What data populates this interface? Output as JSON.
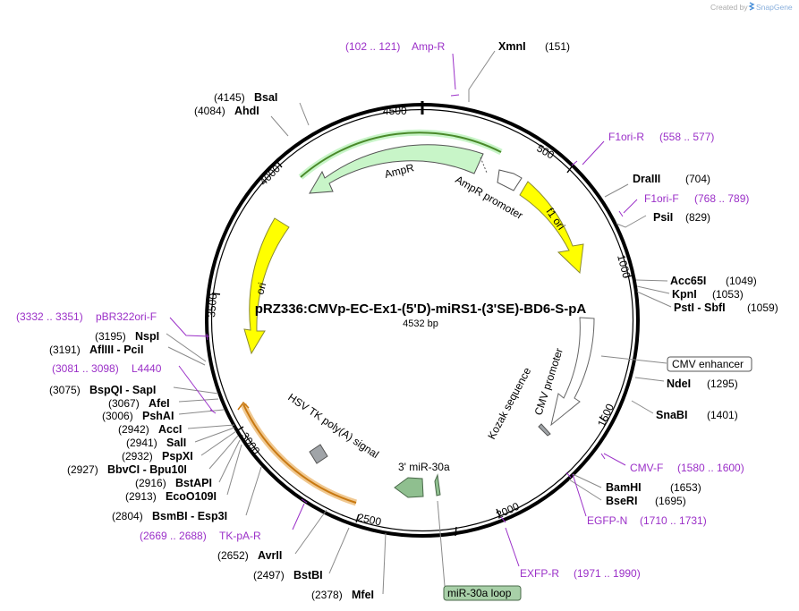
{
  "credit": {
    "prefix": "Created by",
    "brand": "SnapGene"
  },
  "plasmid": {
    "name": "pRZ336:CMVp-EC-Ex1-(5'D)-miRS1-(3'SE)-BD6-S-pA",
    "size_label": "4532 bp",
    "length": 4532
  },
  "ticks": [
    "4500",
    "500",
    "1000",
    "1500",
    "2000",
    "2500",
    "3000",
    "3500",
    "4000"
  ],
  "sites": [
    {
      "name": "XmnI",
      "pos": "(151)"
    },
    {
      "name": "DraIII",
      "pos": "(704)"
    },
    {
      "name": "PsiI",
      "pos": "(829)"
    },
    {
      "name": "Acc65I",
      "pos": "(1049)"
    },
    {
      "name": "KpnI",
      "pos": "(1053)"
    },
    {
      "name": "PstI - SbfI",
      "pos": "(1059)"
    },
    {
      "name": "NdeI",
      "pos": "(1295)"
    },
    {
      "name": "SnaBI",
      "pos": "(1401)"
    },
    {
      "name": "BamHI",
      "pos": "(1653)"
    },
    {
      "name": "BseRI",
      "pos": "(1695)"
    },
    {
      "name": "BsaI",
      "pos": "(4145)"
    },
    {
      "name": "AhdI",
      "pos": "(4084)"
    },
    {
      "name": "NspI",
      "pos": "(3195)"
    },
    {
      "name": "AflIII - PciI",
      "pos": "(3191)"
    },
    {
      "name": "BspQI - SapI",
      "pos": "(3075)"
    },
    {
      "name": "AfeI",
      "pos": "(3067)"
    },
    {
      "name": "PshAI",
      "pos": "(3006)"
    },
    {
      "name": "AccI",
      "pos": "(2942)"
    },
    {
      "name": "SalI",
      "pos": "(2941)"
    },
    {
      "name": "PspXI",
      "pos": "(2932)"
    },
    {
      "name": "BbvCI - Bpu10I",
      "pos": "(2927)"
    },
    {
      "name": "BstAPI",
      "pos": "(2916)"
    },
    {
      "name": "EcoO109I",
      "pos": "(2913)"
    },
    {
      "name": "BsmBI - Esp3I",
      "pos": "(2804)"
    },
    {
      "name": "AvrII",
      "pos": "(2652)"
    },
    {
      "name": "BstBI",
      "pos": "(2497)"
    },
    {
      "name": "MfeI",
      "pos": "(2378)"
    }
  ],
  "primers": [
    {
      "name": "Amp-R",
      "range": "(102 .. 121)"
    },
    {
      "name": "F1ori-R",
      "range": "(558 .. 577)"
    },
    {
      "name": "F1ori-F",
      "range": "(768 .. 789)"
    },
    {
      "name": "CMV-F",
      "range": "(1580 .. 1600)"
    },
    {
      "name": "EGFP-N",
      "range": "(1710 .. 1731)"
    },
    {
      "name": "EXFP-R",
      "range": "(1971 .. 1990)"
    },
    {
      "name": "TK-pA-R",
      "range": "(2669 .. 2688)"
    },
    {
      "name": "L4440",
      "range": "(3081 .. 3098)"
    },
    {
      "name": "pBR322ori-F",
      "range": "(3332 .. 3351)"
    }
  ],
  "features": {
    "ampr": "AmpR",
    "ampr_promoter": "AmpR promoter",
    "f1_ori": "f1 ori",
    "ori": "ori",
    "cmv_enhancer": "CMV enhancer",
    "cmv_promoter": "CMV promoter",
    "kozak": "Kozak sequence",
    "mir30a": "3' miR-30a",
    "mir30a_loop": "miR-30a loop",
    "hsv_tk": "HSV TK poly(A) signal"
  },
  "colors": {
    "primer": "#9b30c8",
    "ampr_fill": "#c8f5c8",
    "yellow_feature": "#ffff00",
    "mir30a_fill": "#8fbf8f",
    "hsv_fill": "#a0a4a8",
    "orf_highlight_green": "#4a8a2a",
    "orf_highlight_orange": "#c87810",
    "brand_blue": "#4a90d9"
  }
}
